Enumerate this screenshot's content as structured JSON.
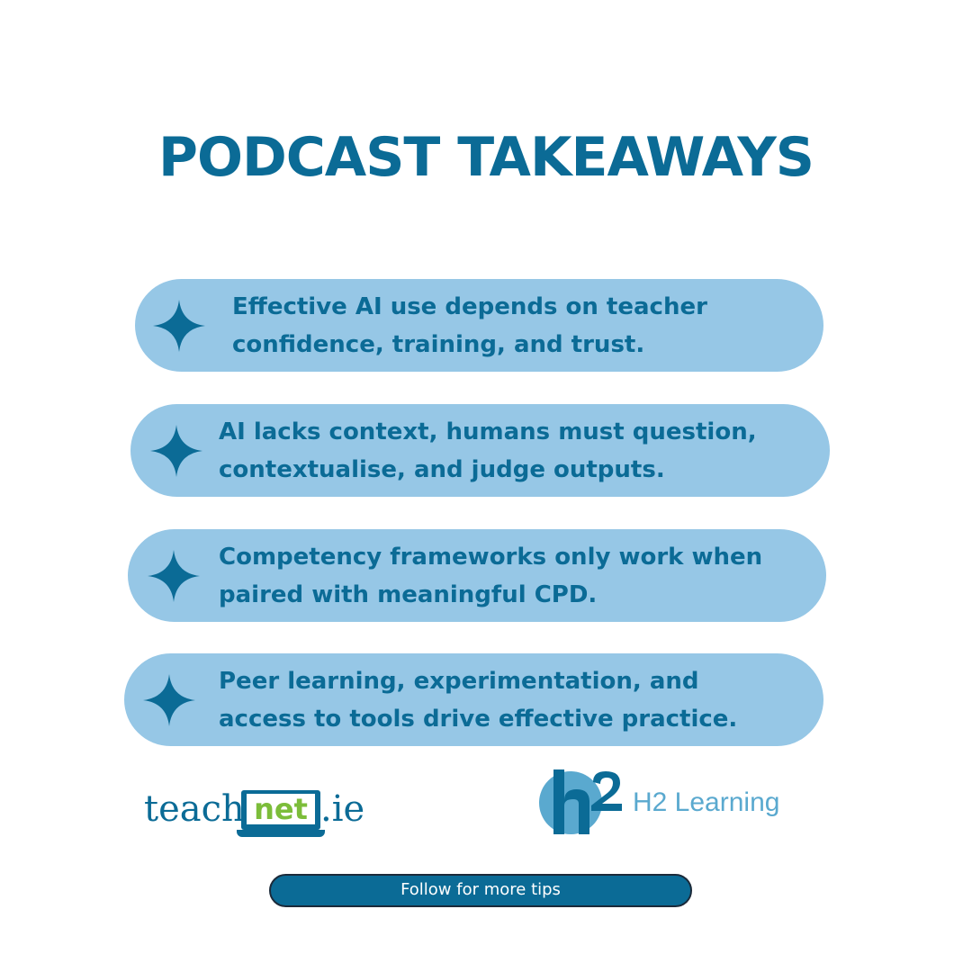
{
  "title": "PODCAST TAKEAWAYS",
  "takeaways": [
    {
      "text": "Effective AI use depends on teacher\nconfidence, training, and trust.",
      "icon": "sparkle-icon"
    },
    {
      "text": "AI lacks context, humans must question,\ncontextualise, and judge outputs.",
      "icon": "sparkle-icon"
    },
    {
      "text": "Competency frameworks only work when\npaired with meaningful CPD.",
      "icon": "sparkle-icon"
    },
    {
      "text": "Peer learning, experimentation, and\naccess to tools drive effective practice.",
      "icon": "sparkle-icon"
    }
  ],
  "logos": {
    "teachnet": {
      "teach": "teach",
      "net": "net",
      "ie": ".ie"
    },
    "h2": {
      "mark": "h2",
      "label": "H2 Learning"
    }
  },
  "cta": {
    "label": "Follow for more tips"
  },
  "colors": {
    "primary": "#0b6b96",
    "pill": "#96c7e6",
    "accent_green": "#7cbd3a",
    "h2_light": "#5aa9cf"
  }
}
